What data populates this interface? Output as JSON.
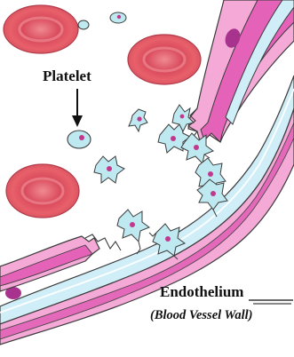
{
  "labels": {
    "platelet": "Platelet",
    "endothelium": "Endothelium",
    "blood_vessel_wall": "(Blood Vessel Wall)"
  },
  "colors": {
    "red_blood_cell": "#e8606a",
    "red_blood_cell_center": "#d9465a",
    "vessel_outer_wall": "#f4a9d6",
    "vessel_muscle": "#e463b8",
    "vessel_endothelium": "#cfeef8",
    "nucleus": "#a7338e",
    "platelet_fill": "#bfe9f0",
    "platelet_granule": "#c0398f",
    "outline": "#3c3c3c"
  }
}
